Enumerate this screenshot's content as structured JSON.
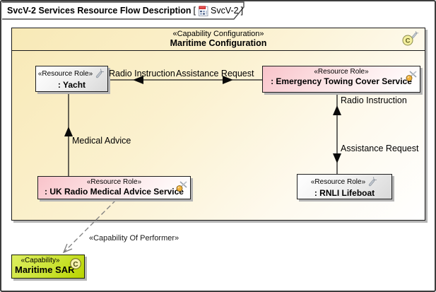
{
  "frame": {
    "title": "SvcV-2 Services Resource Flow Description",
    "ref_open": "[",
    "ref_name": "SvcV-2",
    "ref_close": "]"
  },
  "container": {
    "stereotype": "«Capability Configuration»",
    "name": "Maritime Configuration"
  },
  "nodes": {
    "yacht": {
      "stereotype": "«Resource Role»",
      "name": ": Yacht"
    },
    "emergency_towing": {
      "stereotype": "«Resource Role»",
      "name": ": Emergency Towing Cover Service"
    },
    "uk_radio_medical": {
      "stereotype": "«Resource Role»",
      "name": ": UK Radio Medical Advice Service"
    },
    "rnli_lifeboat": {
      "stereotype": "«Resource Role»",
      "name": ": RNLI Lifeboat"
    }
  },
  "capability": {
    "stereotype": "«Capability»",
    "name": "Maritime SAR"
  },
  "edge_labels": {
    "yacht_ets_radio": "Radio Instruction",
    "yacht_ets_assist": "Assistance Request",
    "medical_advice": "Medical Advice",
    "ets_rnli_radio": "Radio Instruction",
    "ets_rnli_assist": "Assistance Request",
    "dependency": "«Capability Of Performer»"
  },
  "icons": {
    "tab_diagram": "svcv-diagram-icon",
    "wrench": "wrench-icon",
    "service_access": "service-access-icon",
    "capability_letter": "C"
  },
  "colors": {
    "container_fill": "#f8e9b6",
    "resource_role_pink": "#f9c3ca",
    "capability_green": "#cbe333",
    "shadow_gray": "#b4b4b4"
  }
}
